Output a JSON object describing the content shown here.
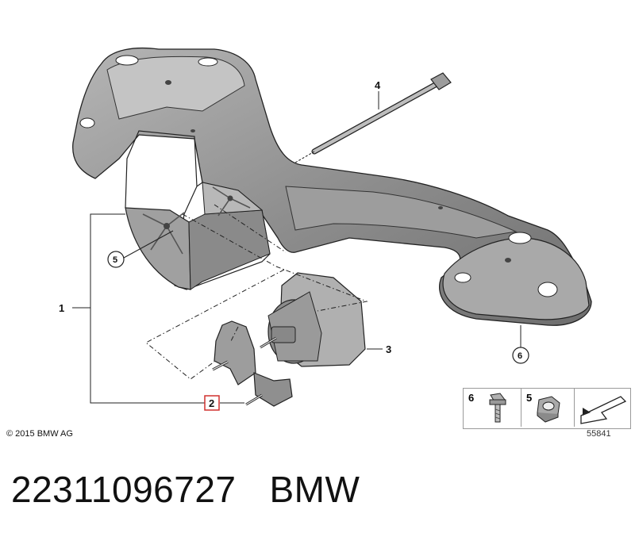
{
  "callouts": {
    "c1": "1",
    "c2": "2",
    "c3": "3",
    "c4": "4",
    "c5": "5",
    "c6": "6"
  },
  "legend": {
    "item6": "6",
    "item5": "5"
  },
  "reference_number": "55841",
  "copyright": "© 2015 BMW AG",
  "part_number": "22311096727",
  "brand": "BMW",
  "colors": {
    "highlight": "#d0302f",
    "part_fill": "#8c8c8c",
    "line": "#222222"
  }
}
